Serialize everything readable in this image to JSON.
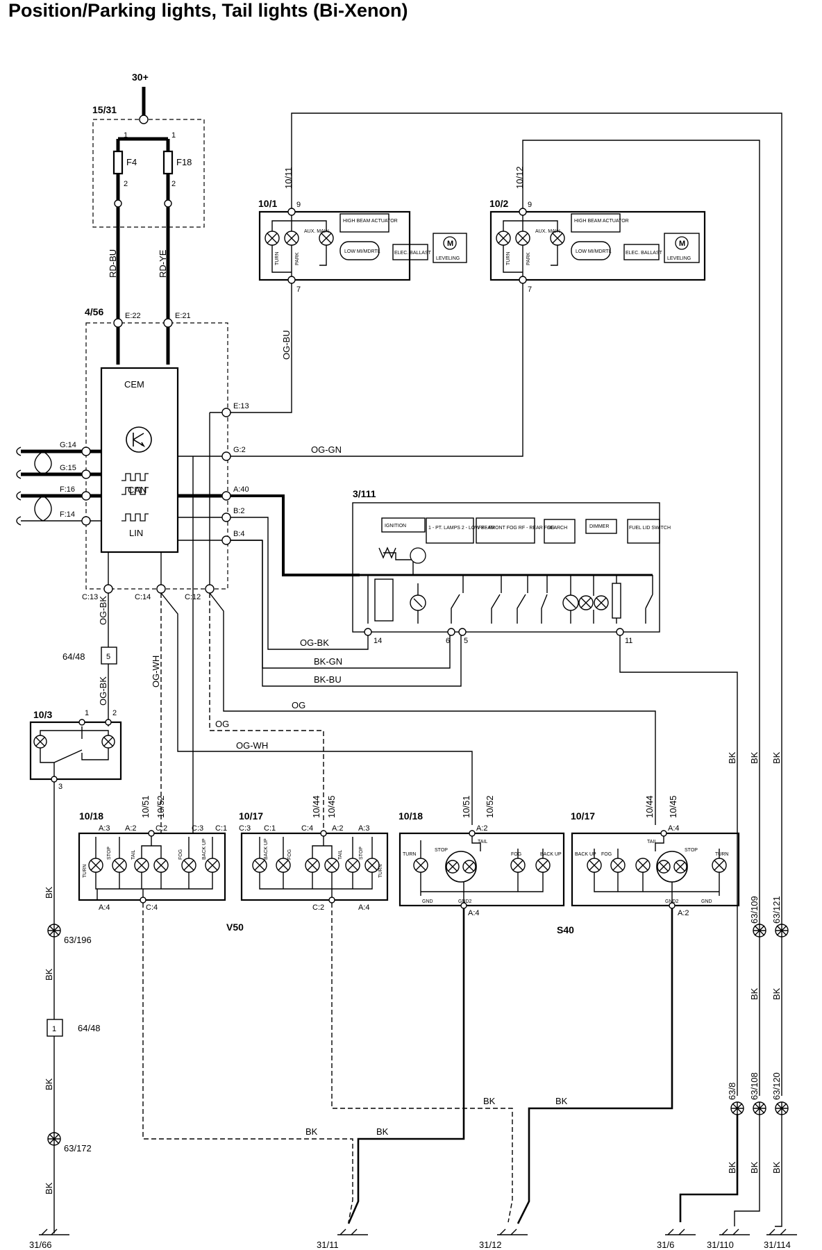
{
  "title": "Position/Parking lights, Tail lights (Bi-Xenon)",
  "supply": "30+",
  "fuse_box": {
    "id": "15/31",
    "fuses": [
      "F4",
      "F18"
    ],
    "pin_in": "1",
    "pin_out": "2"
  },
  "wires": {
    "rd_bu": "RD-BU",
    "rd_ye": "RD-YE",
    "og_bu": "OG-BU",
    "og_gn": "OG-GN",
    "og_bk": "OG-BK",
    "bk_gn": "BK-GN",
    "bk_bu": "BK-BU",
    "og": "OG",
    "og_wh": "OG-WH",
    "bk": "BK"
  },
  "cem": {
    "module": "4/56",
    "label": "CEM",
    "can": "CAN",
    "lin": "LIN",
    "pins_top": [
      "E:22",
      "E:21"
    ],
    "pins_right": [
      "E:13",
      "G:2",
      "A:40",
      "B:2",
      "B:4"
    ],
    "pins_left": [
      "G:14",
      "G:15",
      "F:16",
      "F:14"
    ],
    "pins_bottom": [
      "C:13",
      "C:14",
      "C:12"
    ]
  },
  "headlamps": [
    {
      "id": "10/1",
      "conn": "10/11",
      "pin_top": "9",
      "pin_bottom": "7",
      "labels": {
        "turn": "TURN",
        "park": "PARK",
        "aux": "AUX. MAIN",
        "actuator": "HIGH BEAM ACTUATOR",
        "low": "LOW MI/MDRTL",
        "ballast": "ELEC. BALLAST",
        "leveling": "LEVELING"
      }
    },
    {
      "id": "10/2",
      "conn": "10/12",
      "pin_top": "9",
      "pin_bottom": "7",
      "labels": {
        "turn": "TURN",
        "park": "PARK",
        "aux": "AUX. MAIN",
        "actuator": "HIGH BEAM ACTUATOR",
        "low": "LOW MI/MDRTL",
        "ballast": "ELEC. BALLAST",
        "leveling": "LEVELING"
      }
    }
  ],
  "switch_module": {
    "id": "3/111",
    "tabs": [
      "IGNITION",
      "1 - PT. LAMPS  2 - LOW BEAM",
      "FF - FRONT FOG  RF - REAR FOG",
      "SEARCH",
      "DIMMER",
      "FUEL LID SWITCH"
    ],
    "pins": [
      "14",
      "6",
      "5",
      "11"
    ]
  },
  "relay": {
    "id": "10/3",
    "pins": [
      "1",
      "2",
      "3"
    ]
  },
  "connector_64_48_top": {
    "id": "64/48",
    "pin": "5"
  },
  "connector_64_48_bot": {
    "id": "64/48",
    "pin": "1"
  },
  "grounds": [
    "63/196",
    "63/172",
    "63/109",
    "63/121",
    "63/8",
    "63/108",
    "63/120"
  ],
  "ground_points": [
    "31/66",
    "31/11",
    "31/12",
    "31/6",
    "31/110",
    "31/114"
  ],
  "v50": "V50",
  "s40": "S40",
  "tail_lamps": {
    "v50_left": {
      "id": "10/18",
      "conns": [
        "10/51",
        "10/52"
      ],
      "pins_top": [
        "A:3",
        "A:2",
        "C:2",
        "C:3",
        "C:1"
      ],
      "pins_bottom": [
        "A:4",
        "C:4"
      ],
      "lamps": [
        "TURN",
        "STOP",
        "TAIL",
        "",
        "FOG",
        "BACK UP"
      ]
    },
    "v50_right": {
      "id": "10/17",
      "conns": [
        "10/44",
        "10/45"
      ],
      "pins_top": [
        "C:3",
        "C:1",
        "C:4",
        "A:2",
        "A:3"
      ],
      "pins_bottom": [
        "C:2",
        "A:4"
      ],
      "lamps": [
        "BACK UP",
        "FOG",
        "",
        "TAIL",
        "STOP",
        "TURN"
      ]
    },
    "s40_left": {
      "id": "10/18",
      "conns": [
        "10/51",
        "10/52"
      ],
      "pin_top": "A:2",
      "pin_bottom": "A:4",
      "labels": [
        "TURN",
        "STOP",
        "TAIL",
        "FOG",
        "BACK UP",
        "GND",
        "GND2"
      ]
    },
    "s40_right": {
      "id": "10/17",
      "conns": [
        "10/44",
        "10/45"
      ],
      "pin_top": "A:4",
      "pin_bottom": "A:2",
      "labels": [
        "BACK UP",
        "FOG",
        "TAIL",
        "STOP",
        "TURN",
        "GND2",
        "GND"
      ]
    }
  }
}
